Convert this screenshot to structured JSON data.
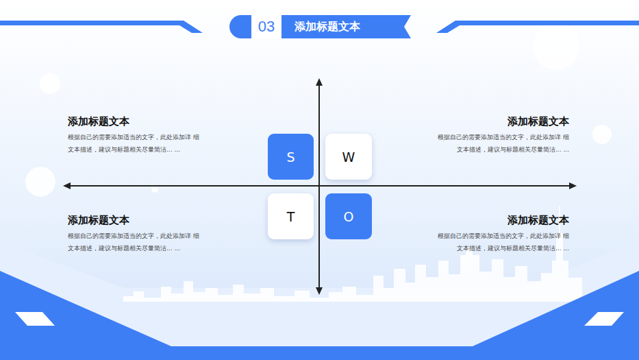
{
  "diagram": {
    "title": "添加标题文本",
    "nodes": [
      {
        "text": [
          "S"
        ]
      },
      {
        "text": [
          "W"
        ]
      },
      {
        "text": [
          "T"
        ]
      },
      {
        "text": [
          "O"
        ]
      }
    ],
    "labels": [
      "03",
      "添加标题文本",
      "根据自己的需要添加适当的文字，此处添加详 细文本描述，建议与标题相关尽量简洁... ...",
      "添加标题文本",
      "根据自己的需要添加适当的文字，此处添加详 细文本描述，建议与标题相关尽量简洁... ...",
      "添加标题文本",
      "根据自己的需要添加适当的文字，此处添加详 细文本描述，建议与标题相关尽量简洁... ...",
      "添加标题文本",
      "根据自己的需要添加适当的文字，此处添加详 细文本描述，建议与标题相关尽量简洁... ..."
    ]
  }
}
